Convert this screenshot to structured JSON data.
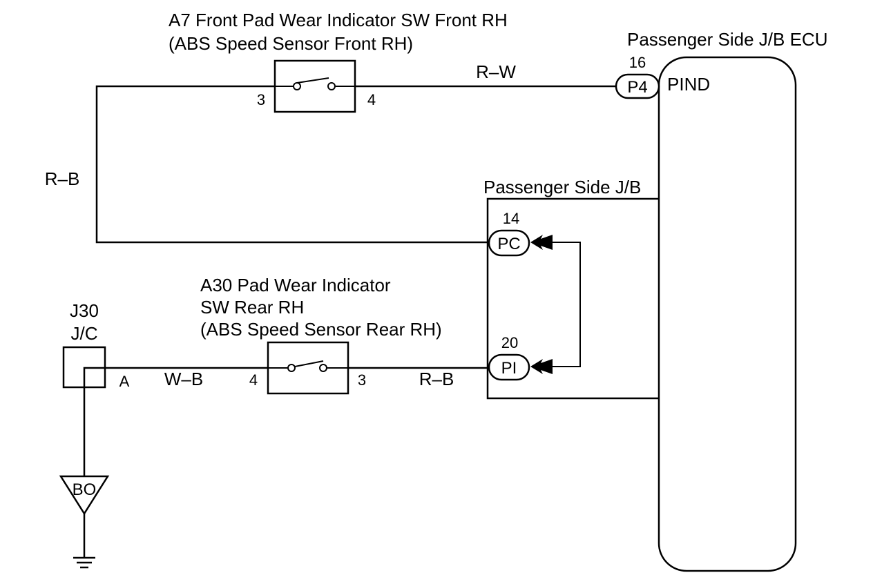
{
  "switch_front": {
    "title_line1": "A7 Front Pad Wear Indicator SW Front RH",
    "title_line2": "(ABS Speed Sensor Front RH)",
    "pin_left": "3",
    "pin_right": "4"
  },
  "switch_rear": {
    "title_line1": "A30 Pad Wear Indicator",
    "title_line2": "SW Rear RH",
    "title_line3": "(ABS Speed Sensor Rear RH)",
    "pin_left": "4",
    "pin_right": "3"
  },
  "ecu": {
    "title": "Passenger Side J/B ECU",
    "terminal_label": "PIND"
  },
  "junction_block": {
    "title": "Passenger Side J/B"
  },
  "connectors": {
    "p4": {
      "pin": "16",
      "code": "P4"
    },
    "pc": {
      "pin": "14",
      "code": "PC"
    },
    "pi": {
      "pin": "20",
      "code": "PI"
    }
  },
  "junction_connector": {
    "line1": "J30",
    "line2": "J/C",
    "terminal": "A"
  },
  "ground": {
    "label": "BO"
  },
  "wires": {
    "r_w": "R–W",
    "r_b_left": "R–B",
    "w_b": "W–B",
    "r_b_rear": "R–B"
  }
}
